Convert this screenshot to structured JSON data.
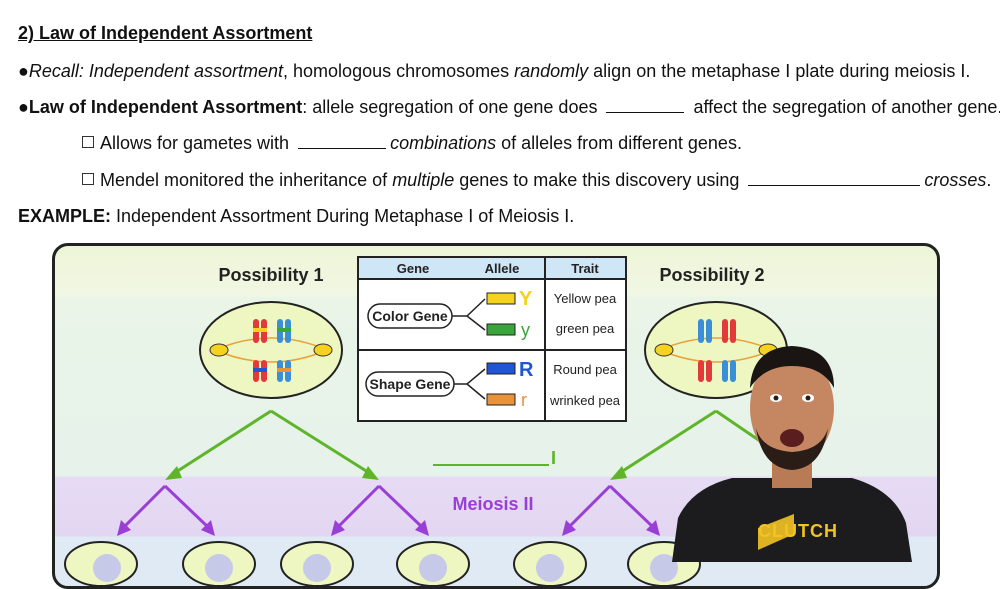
{
  "heading": "2) Law of Independent Assortment",
  "recall": {
    "bullet": "●",
    "part1": "Recall: Independent assortment",
    "part2": ", homologous chromosomes ",
    "part3": "randomly",
    "part4": " align on the metaphase I plate during meiosis I."
  },
  "law": {
    "bullet": "●",
    "term": "Law of Independent Assortment",
    "part1": ": allele segregation of one gene does ",
    "part2": " affect the segregation of another gene."
  },
  "sub1": {
    "part1": "Allows for gametes with ",
    "part2": "combinations",
    "part3": " of alleles from different genes."
  },
  "sub2": {
    "part1": "Mendel monitored the inheritance of ",
    "part2": "multiple",
    "part3": " genes to make this discovery using ",
    "part4": "crosses",
    "part5": "."
  },
  "example": {
    "label": "EXAMPLE:",
    "text": " Independent Assortment During Metaphase I of Meiosis I."
  },
  "diagram": {
    "possibility1": "Possibility 1",
    "possibility2": "Possibility 2",
    "table": {
      "headers": [
        "Gene",
        "Allele",
        "Trait"
      ],
      "color_gene": "Color Gene",
      "shape_gene": "Shape Gene",
      "alleles": [
        {
          "symbol": "Y",
          "trait": "Yellow pea",
          "color": "#f4d21e"
        },
        {
          "symbol": "y",
          "trait": "green pea",
          "color": "#3aa53a"
        },
        {
          "symbol": "R",
          "trait": "Round pea",
          "color": "#1f56d6"
        },
        {
          "symbol": "r",
          "trait": "wrinked pea",
          "color": "#e8923a"
        }
      ]
    },
    "meiosis_i_suffix": "I",
    "meiosis_ii": "Meiosis II",
    "colors": {
      "arrow_green": "#5fb52a",
      "arrow_purple": "#9a3fd6",
      "chrom_red": "#e23a3a",
      "chrom_blue": "#3a8fd6",
      "cell": "#eef6c2"
    }
  },
  "logo": "CLUTCH"
}
